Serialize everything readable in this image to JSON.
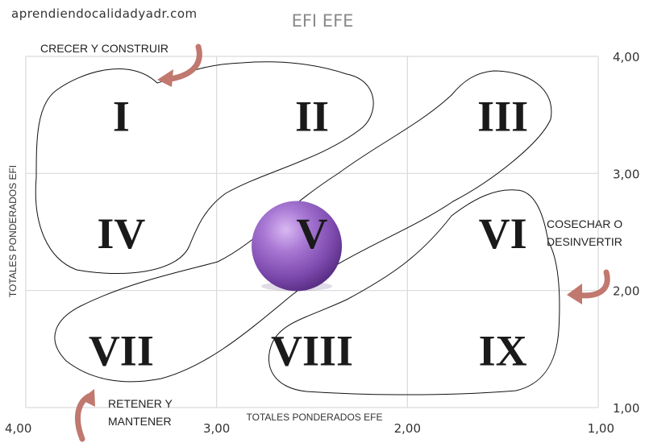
{
  "watermark": "aprendiendocalidadyadr.com",
  "annotations": {
    "grow": "CRECER Y CONSTRUIR",
    "harvest_line1": "COSECHAR O",
    "harvest_line2": "DESINVERTIR",
    "hold_line1": "RETENER Y",
    "hold_line2": "MANTENER"
  },
  "colors": {
    "grid": "#d9d9d9",
    "arrow": "#c0786f",
    "bubble": "#8e5cbf",
    "numerals": "#1a1a1a",
    "title": "#8a8a8a"
  },
  "chart_data": {
    "type": "scatter",
    "title": "EFI EFE",
    "xlabel": "TOTALES PONDERADOS EFE",
    "ylabel": "TOTALES  PONDERADOS  EFI",
    "xlim": [
      4,
      1
    ],
    "ylim": [
      1,
      4
    ],
    "x_reversed": true,
    "x_ticks": [
      "4,00",
      "3,00",
      "2,00",
      "1,00"
    ],
    "y_ticks": [
      "1,00",
      "2,00",
      "3,00",
      "4,00"
    ],
    "grid": true,
    "legend": "none",
    "cells": [
      {
        "label": "I",
        "x": 3.5,
        "y": 3.5
      },
      {
        "label": "II",
        "x": 2.5,
        "y": 3.5
      },
      {
        "label": "III",
        "x": 1.5,
        "y": 3.5
      },
      {
        "label": "IV",
        "x": 3.5,
        "y": 2.5
      },
      {
        "label": "V",
        "x": 2.5,
        "y": 2.5
      },
      {
        "label": "VI",
        "x": 1.5,
        "y": 2.5
      },
      {
        "label": "VII",
        "x": 3.5,
        "y": 1.5
      },
      {
        "label": "VIII",
        "x": 2.5,
        "y": 1.5
      },
      {
        "label": "IX",
        "x": 1.5,
        "y": 1.5
      }
    ],
    "points": [
      {
        "x": 2.58,
        "y": 2.38
      }
    ]
  }
}
